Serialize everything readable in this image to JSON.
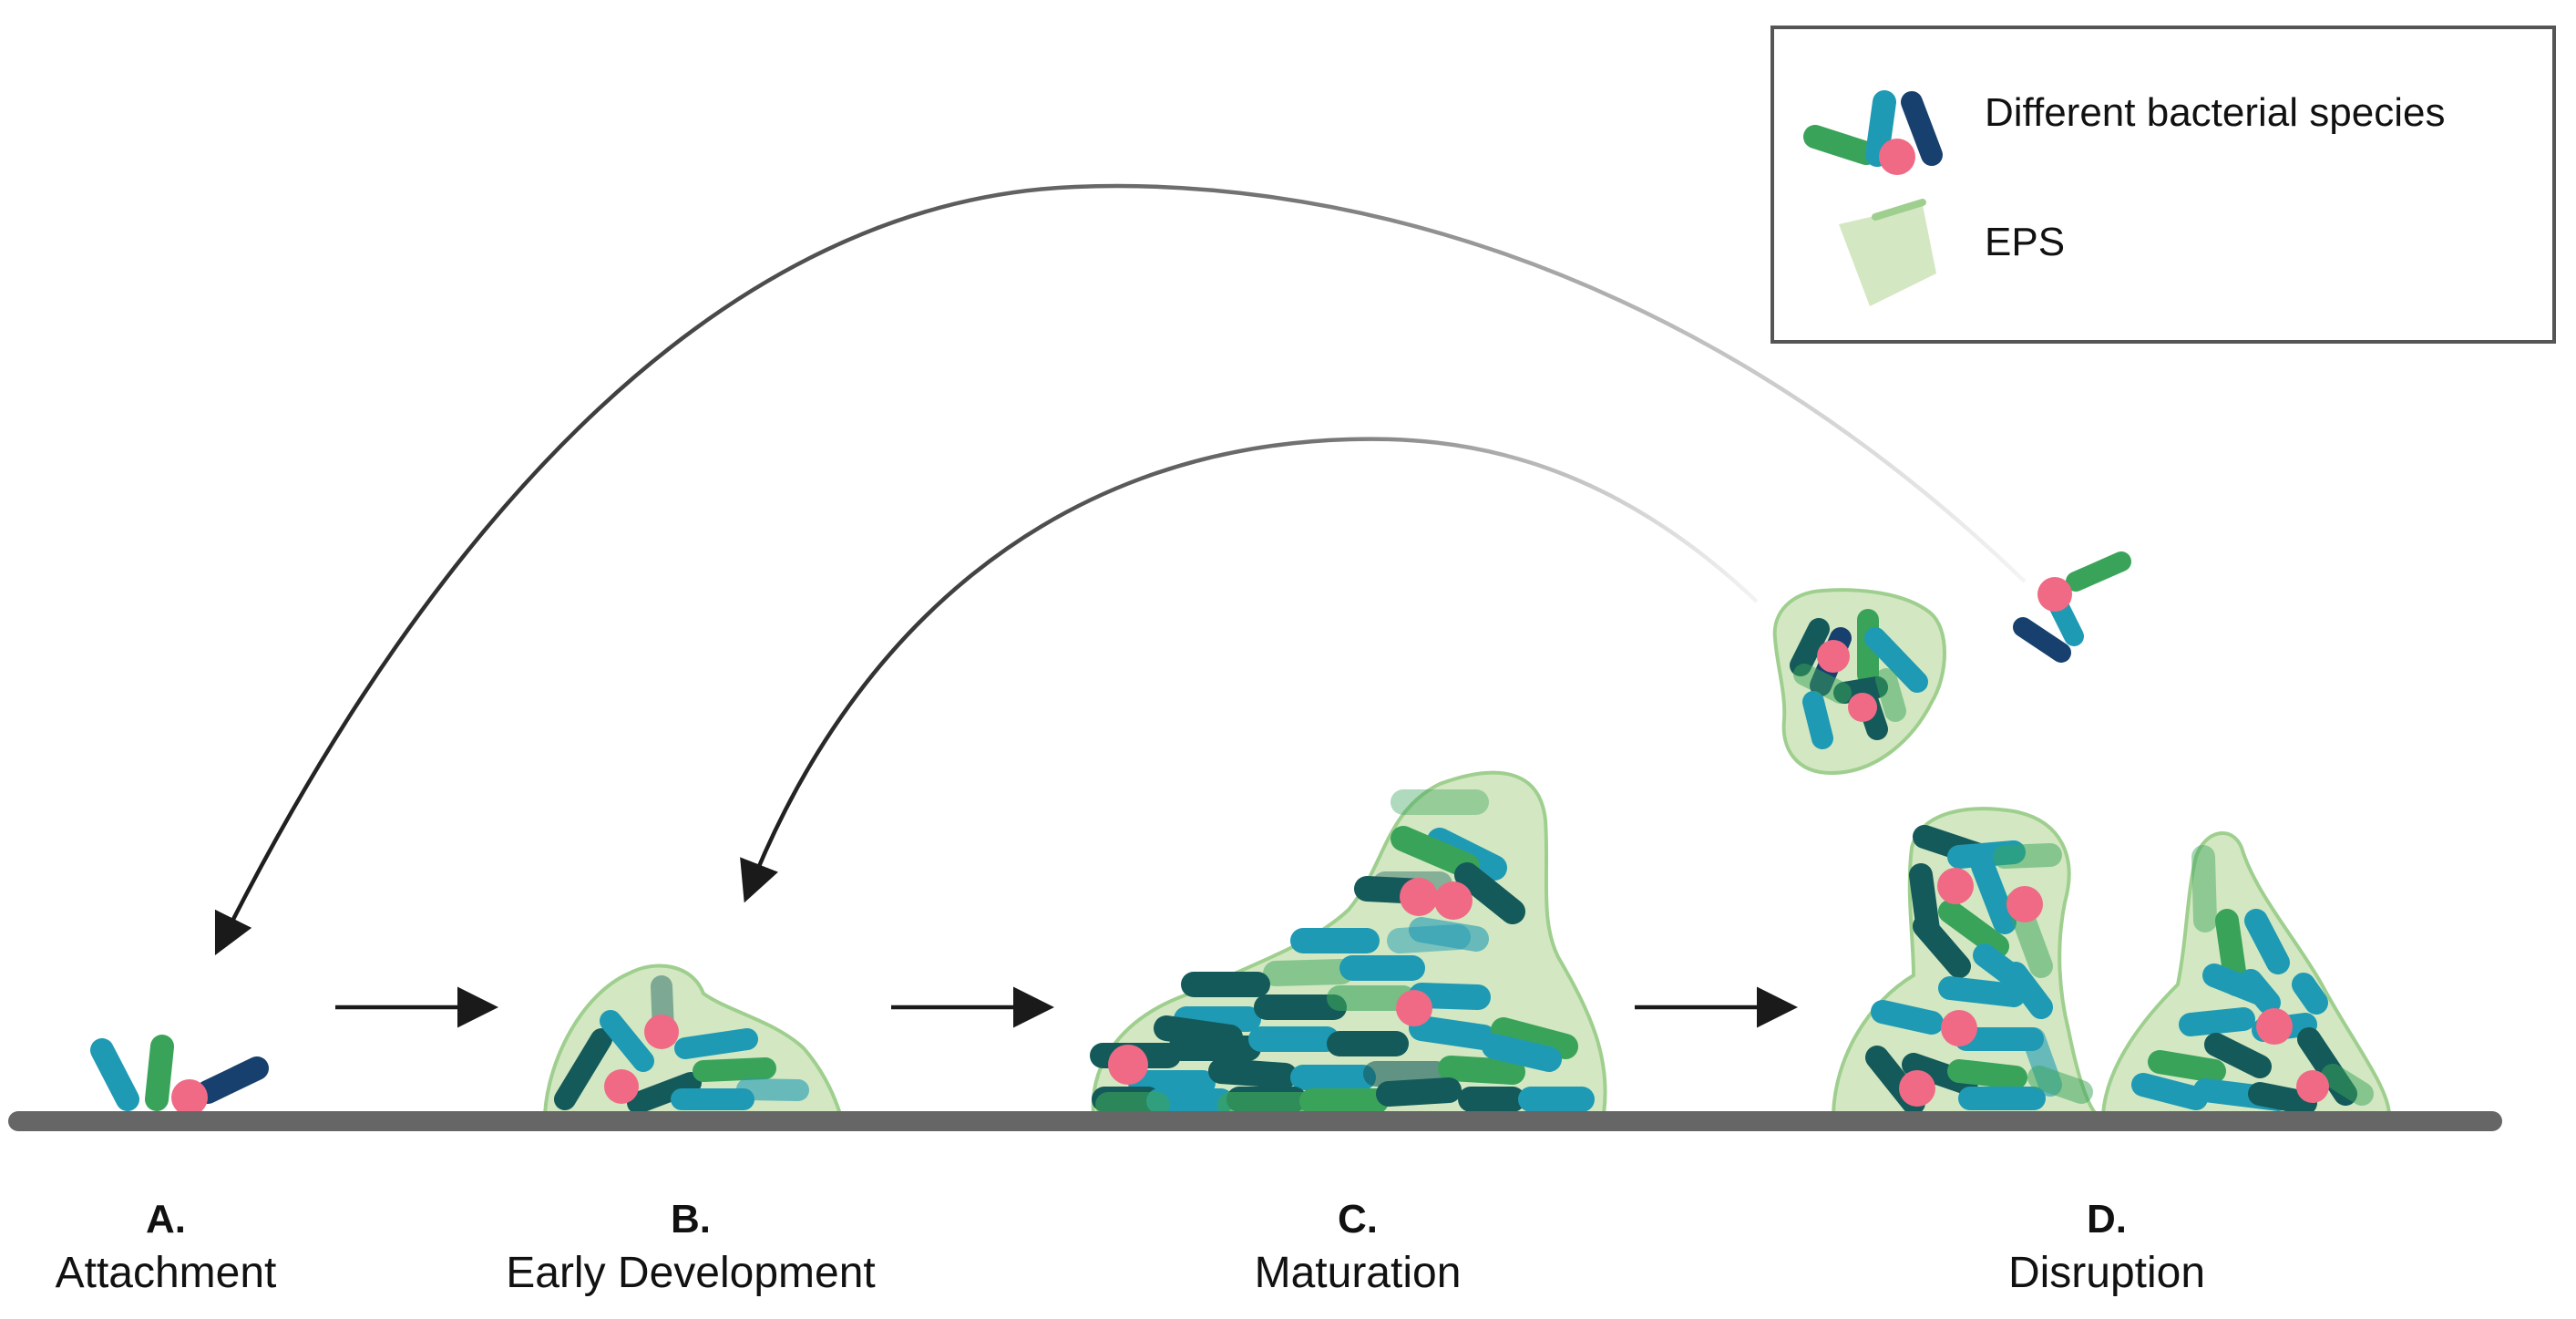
{
  "legend": {
    "bacteria_label": "Different bacterial species",
    "eps_label": "EPS"
  },
  "stages": [
    {
      "letter": "A.",
      "name": "Attachment"
    },
    {
      "letter": "B.",
      "name": "Early Development"
    },
    {
      "letter": "C.",
      "name": "Maturation"
    },
    {
      "letter": "D.",
      "name": "Disruption"
    }
  ],
  "colors": {
    "green": "#3aa35a",
    "teal": "#1f9ab4",
    "dark_teal": "#145a5a",
    "navy": "#17406f",
    "pink": "#f06a85",
    "eps_fill": "#d3e8c2",
    "eps_edge": "#9fcf8f",
    "surface": "#666666",
    "arrow": "#1a1a1a",
    "legend_border": "#555555"
  },
  "icons": {
    "bacterium": "rod-shaped-bacterium-icon",
    "eps": "eps-matrix-icon",
    "surface": "substrate-surface"
  }
}
